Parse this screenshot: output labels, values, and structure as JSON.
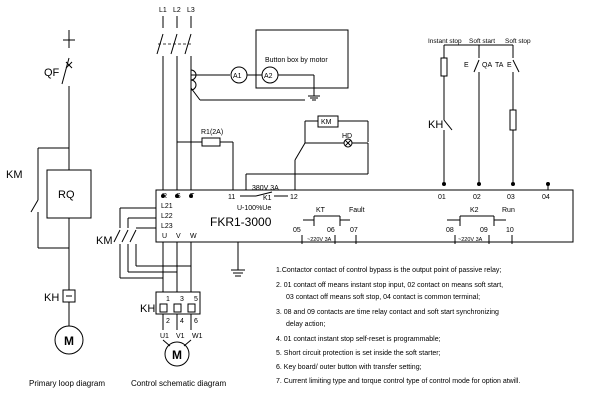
{
  "primary": {
    "qf": "QF",
    "km": "KM",
    "rq": "RQ",
    "kh": "KH",
    "motor": "M",
    "caption": "Primary loop diagram"
  },
  "control": {
    "l1": "L1",
    "l2": "L2",
    "l3": "L3",
    "button_box": "Button box by motor",
    "a1": "A1",
    "a2": "A2",
    "r1": "R1(2A)",
    "km_coil": "KM",
    "hd": "HD",
    "km": "KM",
    "kh": "KH",
    "motor": "M",
    "caption": "Control schematic diagram"
  },
  "switches": {
    "instant_stop": "Instant stop",
    "soft_start": "Soft start",
    "soft_stop": "Soft stop",
    "qa": "QA",
    "ta": "TA",
    "e1": "E",
    "e2": "E",
    "kh": "KH"
  },
  "starter": {
    "model": "FKR1-3000",
    "rated": "380V 3A",
    "k1": "K1",
    "u_label": "U-100%Ue",
    "kt": "KT",
    "fault": "Fault",
    "k2": "K2",
    "run": "Run",
    "v1": "~220V 3A",
    "v2": "~220V 3A",
    "inputs": [
      "R",
      "S",
      "T"
    ],
    "l_inputs": [
      "L21",
      "L22",
      "L23"
    ],
    "outputs": [
      "U",
      "V",
      "W"
    ],
    "top_terms": [
      "11",
      "12",
      "01",
      "02",
      "03",
      "04"
    ],
    "bot_terms": [
      "05",
      "06",
      "07",
      "08",
      "09",
      "10"
    ],
    "kh_terms": [
      "1",
      "3",
      "5",
      "2",
      "4",
      "6"
    ],
    "motor_terms": [
      "U1",
      "V1",
      "W1"
    ]
  },
  "notes": [
    "1.Contactor contact of control bypass is the output point of passive relay;",
    "2. 01 contact off means instant stop input, 02 contact on means soft start,",
    "03 contact off means soft stop, 04 contact is common terminal;",
    "3. 08 and 09 contacts are time relay contact and soft start synchronizing",
    "delay action;",
    "4. 01 contact instant stop self-reset is programmable;",
    "5. Short circuit protection is set inside the soft starter;",
    "6. Key board/ outer button with transfer setting;",
    "7. Current limiting type and torque control type of control mode for option atwill."
  ]
}
